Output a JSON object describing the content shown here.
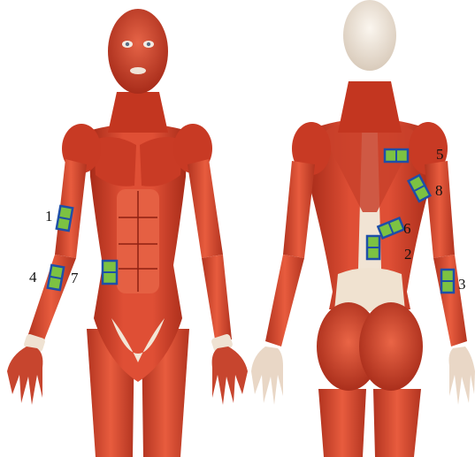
{
  "figure": {
    "views": [
      {
        "name": "anterior"
      },
      {
        "name": "posterior"
      }
    ]
  },
  "colors": {
    "muscle": "#d8452f",
    "muscle_dark": "#9e2416",
    "muscle_light": "#ee7a5c",
    "tendon": "#f4e7d8",
    "head_skin": "#e9ddd0",
    "electrode_fill": "#7cc242",
    "electrode_border": "#1e4fa8",
    "label": "#111111"
  },
  "electrodes": [
    {
      "id": "1",
      "label": "1",
      "site": "biceps-brachii"
    },
    {
      "id": "4",
      "label": "4",
      "site": "forearm-flexor-left"
    },
    {
      "id": "7",
      "label": "7",
      "site": "rectus-abdominis"
    },
    {
      "id": "5",
      "label": "5",
      "site": "trapezius"
    },
    {
      "id": "8",
      "label": "8",
      "site": "triceps-brachii"
    },
    {
      "id": "6",
      "label": "6",
      "site": "latissimus-dorsi"
    },
    {
      "id": "2",
      "label": "2",
      "site": "erector-spinae"
    },
    {
      "id": "3",
      "label": "3",
      "site": "forearm-extensor"
    }
  ]
}
